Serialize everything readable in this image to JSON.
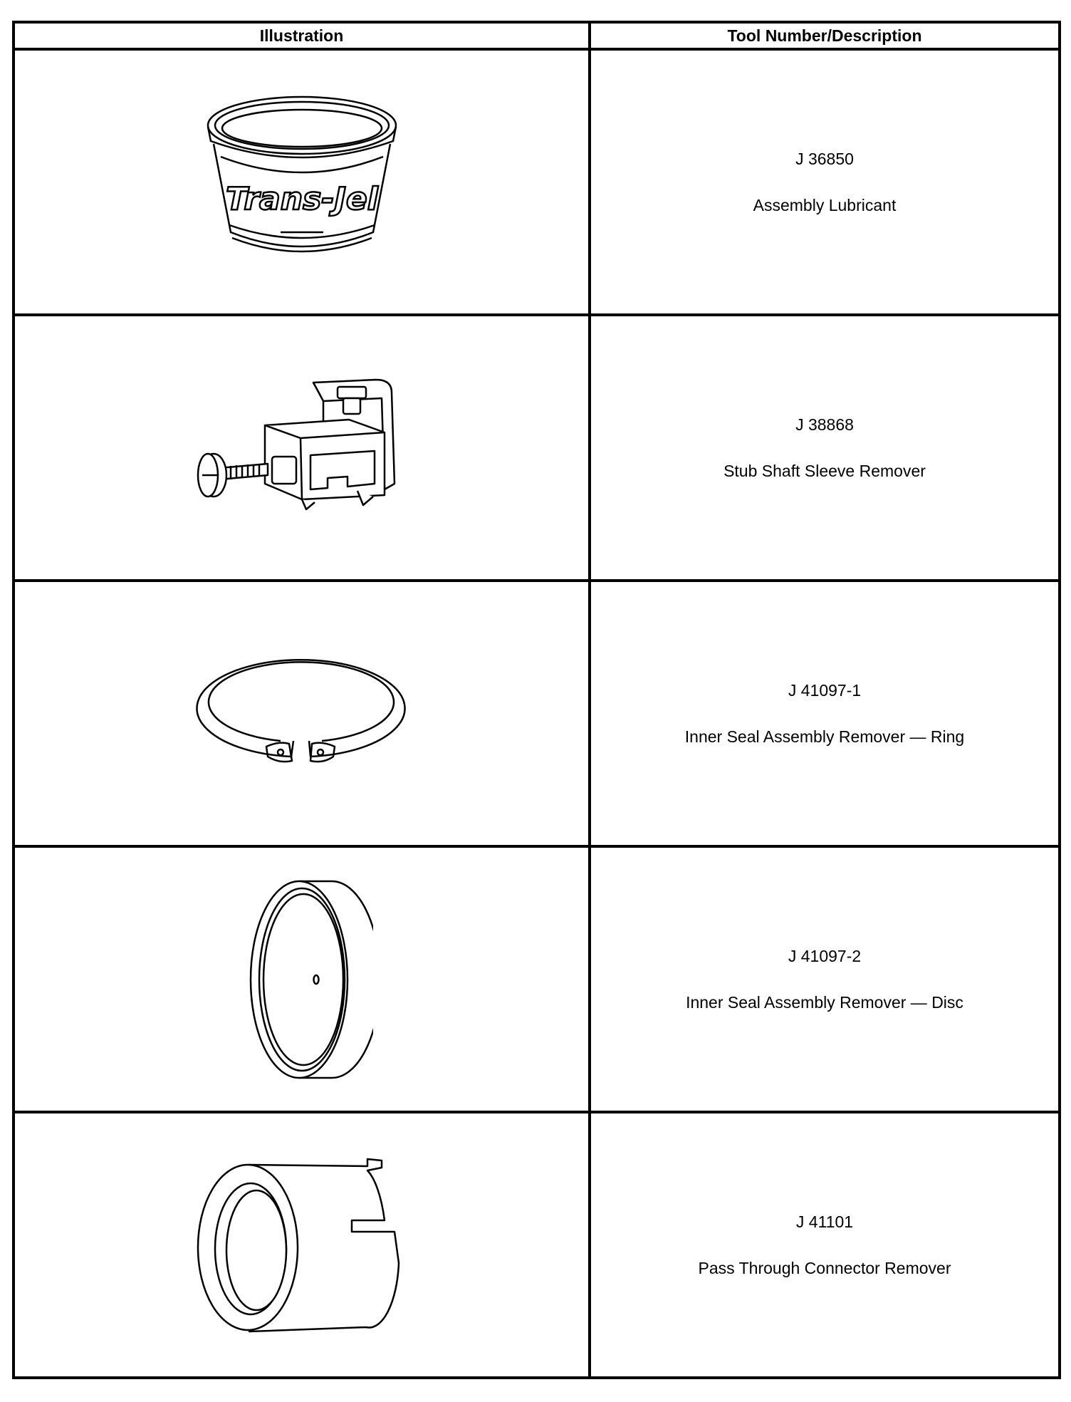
{
  "table": {
    "headers": {
      "illustration": "Illustration",
      "tool": "Tool Number/Description"
    },
    "rows": [
      {
        "number": "J 36850",
        "description": "Assembly Lubricant",
        "illustration": "lubricant-tub-icon",
        "label": "Trans-Jel"
      },
      {
        "number": "J 38868",
        "description": "Stub Shaft Sleeve Remover",
        "illustration": "sleeve-remover-clamp-icon"
      },
      {
        "number": "J 41097-1",
        "description": "Inner Seal Assembly Remover — Ring",
        "illustration": "snap-ring-icon"
      },
      {
        "number": "J 41097-2",
        "description": "Inner Seal Assembly Remover — Disc",
        "illustration": "remover-disc-icon"
      },
      {
        "number": "J 41101",
        "description": "Pass Through Connector Remover",
        "illustration": "connector-remover-sleeve-icon"
      }
    ]
  }
}
